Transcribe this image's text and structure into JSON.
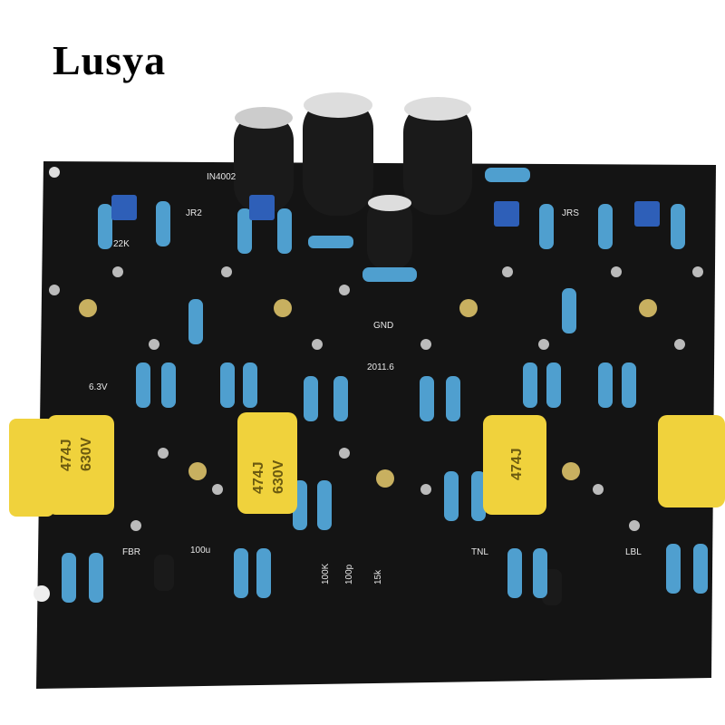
{
  "brand": "Lusya",
  "board_labels": {
    "date": "2011.6",
    "gnd": "GND",
    "fbr": "FBR",
    "tnl": "TNL",
    "lbl": "LBL",
    "diode": "IN4002",
    "jr2": "JR2",
    "jrs": "JRS",
    "r22k": "22K",
    "c100u": "100u",
    "v63": "6.3V",
    "r100p": "100p",
    "r15k": "15k",
    "r100k": "100K"
  },
  "capacitor_labels": {
    "code": "474J",
    "voltage": "630V"
  },
  "colors": {
    "pcb": "#141414",
    "film_capacitor": "#f0d23c",
    "resistor": "#4f9fcf",
    "background": "#ffffff"
  }
}
